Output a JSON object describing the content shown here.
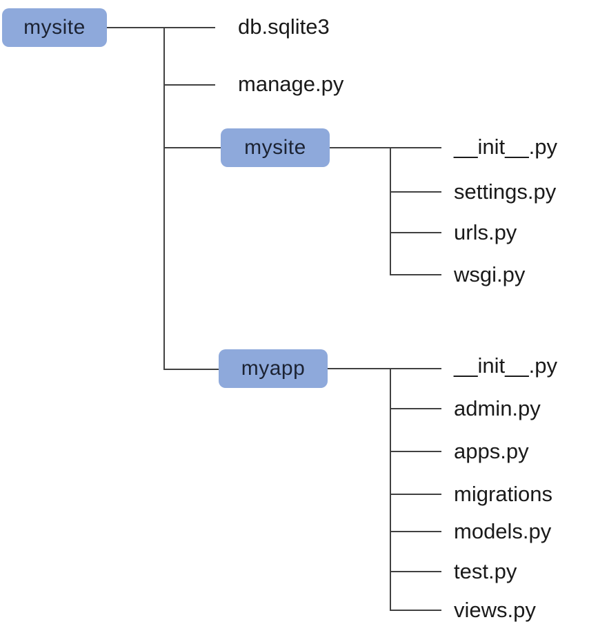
{
  "tree": {
    "root": {
      "label": "mysite"
    },
    "level1_files": [
      {
        "label": "db.sqlite3"
      },
      {
        "label": "manage.py"
      }
    ],
    "mysite_dir": {
      "label": "mysite",
      "files": [
        {
          "label": "__init__.py"
        },
        {
          "label": "settings.py"
        },
        {
          "label": "urls.py"
        },
        {
          "label": "wsgi.py"
        }
      ]
    },
    "myapp_dir": {
      "label": "myapp",
      "files": [
        {
          "label": "__init__.py"
        },
        {
          "label": "admin.py"
        },
        {
          "label": "apps.py"
        },
        {
          "label": "migrations"
        },
        {
          "label": "models.py"
        },
        {
          "label": "test.py"
        },
        {
          "label": "views.py"
        }
      ]
    },
    "colors": {
      "badge_bg": "#8ea9db",
      "line": "#404040",
      "text": "#1a1a1a",
      "background": "#ffffff"
    }
  }
}
